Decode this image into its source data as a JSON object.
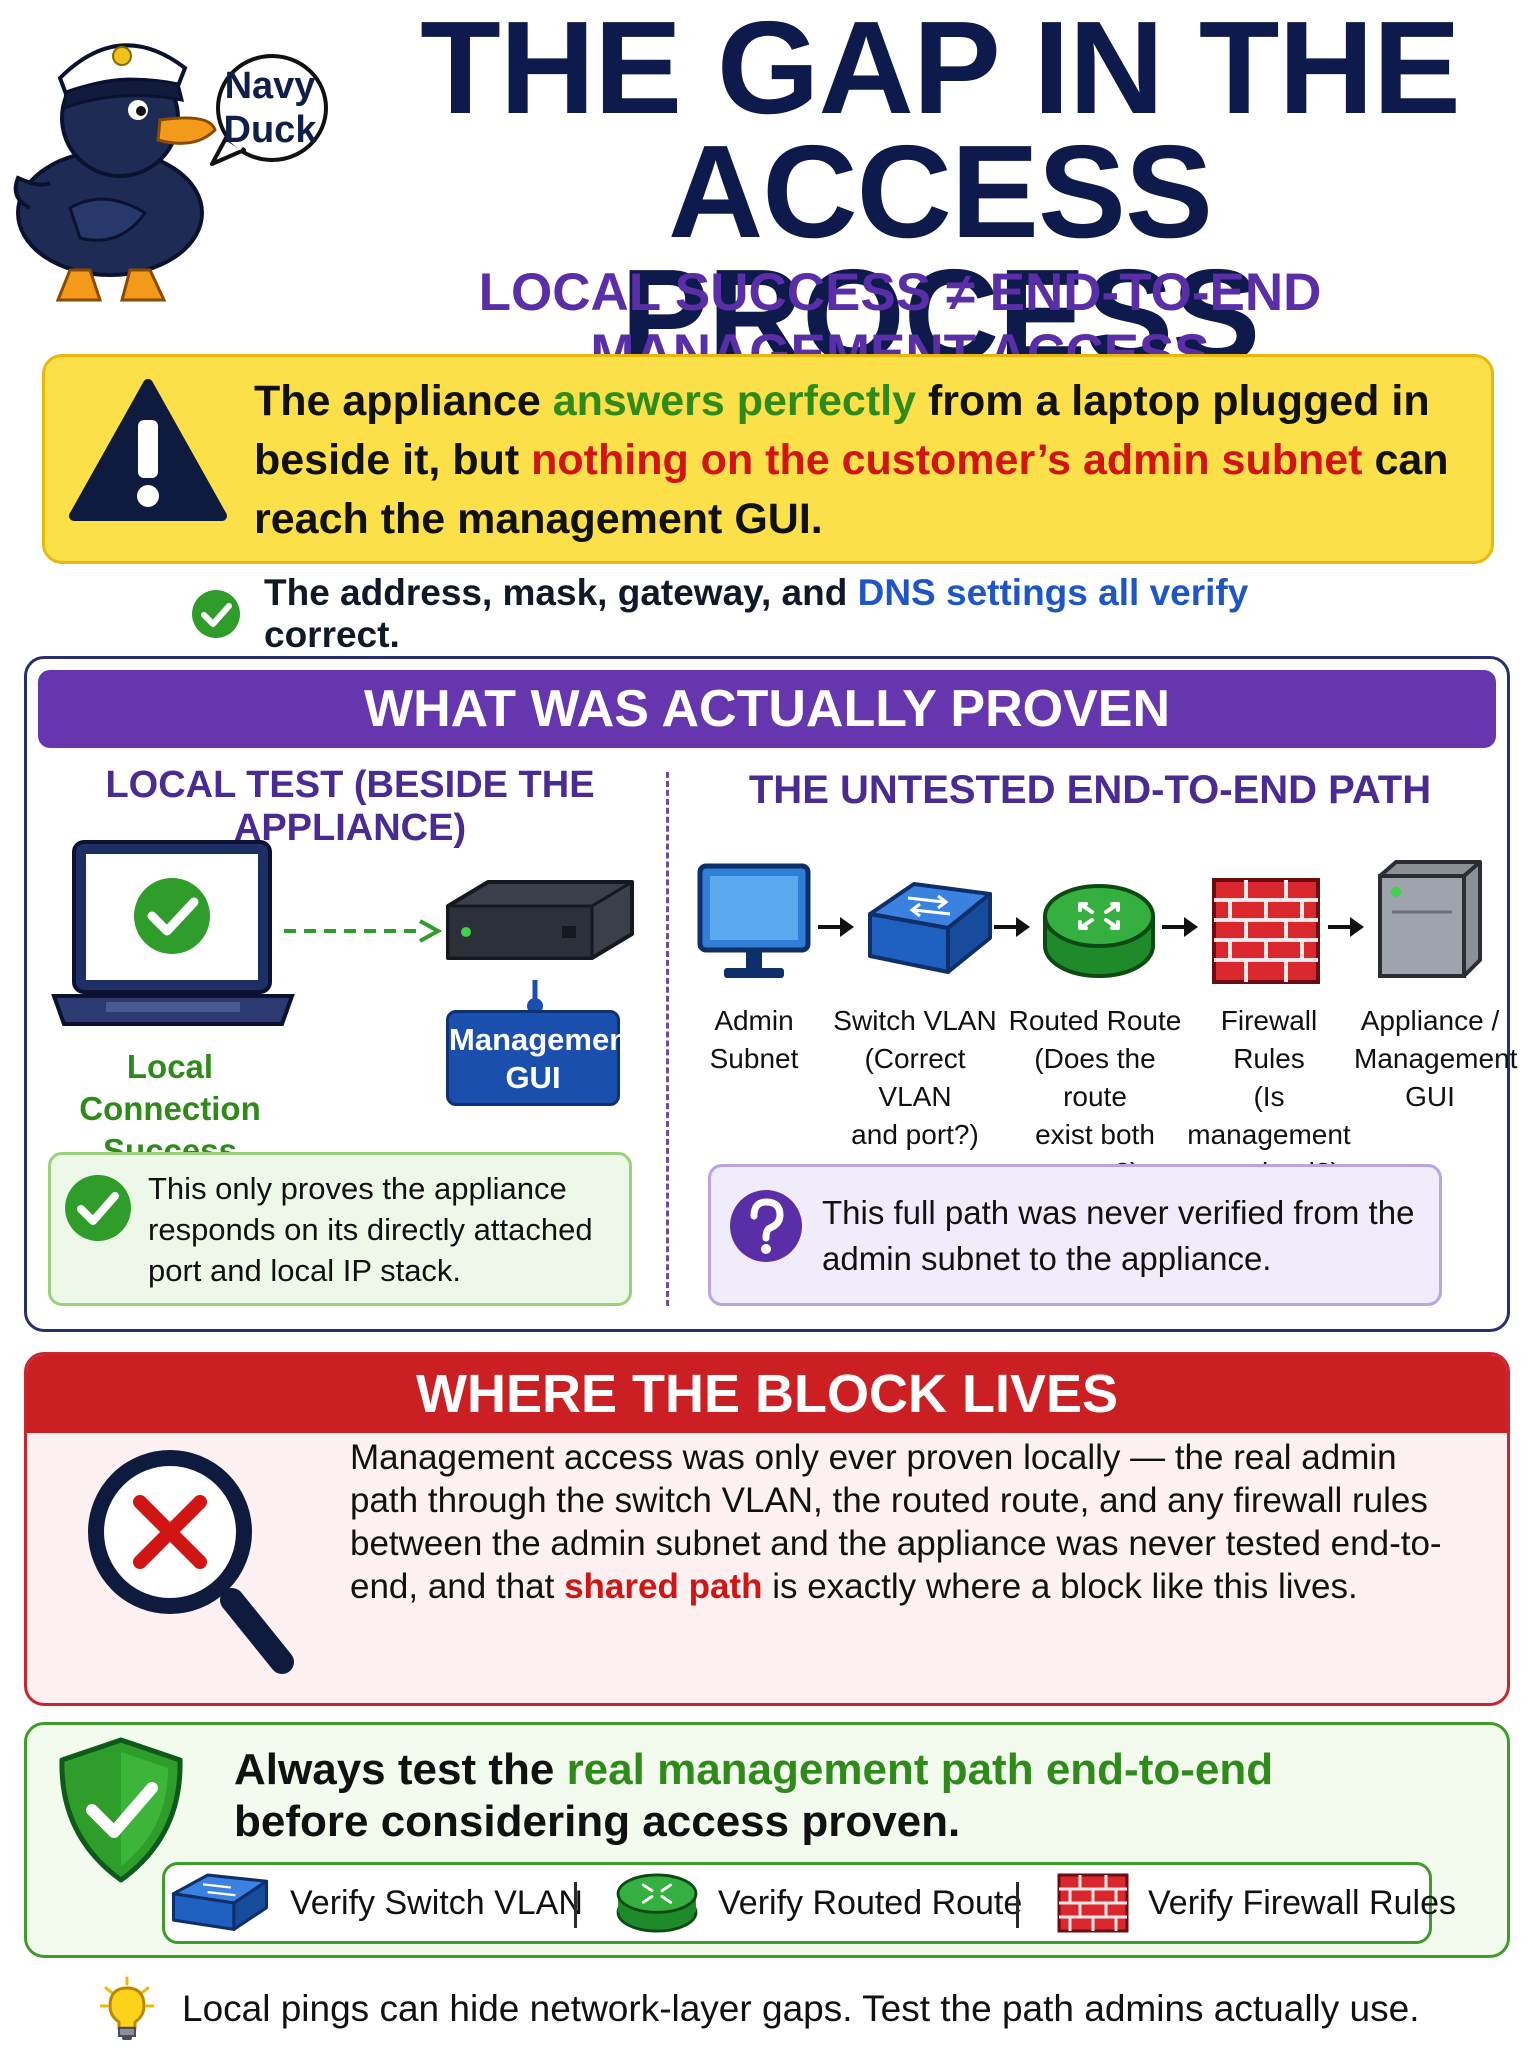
{
  "header": {
    "mascot_label": "Navy Duck",
    "title_line1": "THE GAP IN THE",
    "title_line2": "ACCESS PROCESS",
    "subtitle": "LOCAL SUCCESS ≠ END-TO-END MANAGEMENT ACCESS"
  },
  "warning": {
    "part1": "The appliance ",
    "part2": "answers perfectly",
    "part3": " from a laptop plugged in beside it, but ",
    "part4": "nothing on the customer’s admin subnet",
    "part5": " can reach the management GUI."
  },
  "verified": {
    "part1": "The address, mask, gateway, and ",
    "part2": "DNS settings all verify",
    "part3": " correct."
  },
  "proven": {
    "banner": "WHAT WAS ACTUALLY PROVEN",
    "local_heading": "LOCAL TEST (BESIDE THE APPLIANCE)",
    "path_heading": "THE UNTESTED END-TO-END PATH",
    "local_success": "Local Connection Success",
    "gui_label": "Management GUI",
    "local_note": "This only proves the appliance responds on its directly attached port and local IP stack.",
    "path_steps": [
      {
        "line1": "Admin",
        "line2": "Subnet",
        "line3": ""
      },
      {
        "line1": "Switch VLAN",
        "line2": "(Correct VLAN",
        "line3": "and port?)"
      },
      {
        "line1": "Routed Route",
        "line2": "(Does the route",
        "line3": "exist both ways?)"
      },
      {
        "line1": "Firewall Rules",
        "line2": "(Is management",
        "line3": "permitted?)"
      },
      {
        "line1": "Appliance /",
        "line2": "Management",
        "line3": "GUI"
      }
    ],
    "path_note": "This full path was never verified from the admin subnet to the appliance."
  },
  "block": {
    "banner": "WHERE THE BLOCK LIVES",
    "text1": "Management access was only ever proven locally — the real admin path through the switch VLAN, the routed route, and any firewall rules between the admin subnet and the appliance was never tested end-to-end, and that ",
    "text2": "shared path",
    "text3": " is exactly where a block like this lives."
  },
  "advice": {
    "part1": "Always test the ",
    "part2": "real management path end-to-end",
    "part3": " before considering access proven.",
    "verify_switch": "Verify Switch VLAN",
    "verify_route": "Verify Routed Route",
    "verify_firewall": "Verify Firewall Rules"
  },
  "footer": {
    "tip": "Local pings can hide network-layer gaps. Test the path admins actually use."
  },
  "colors": {
    "navy": "#0e1a4b",
    "purple": "#6636ae",
    "green": "#2e8b1a",
    "red": "#cc1f24",
    "yellow": "#fbe04a",
    "blue": "#1f56c7"
  }
}
